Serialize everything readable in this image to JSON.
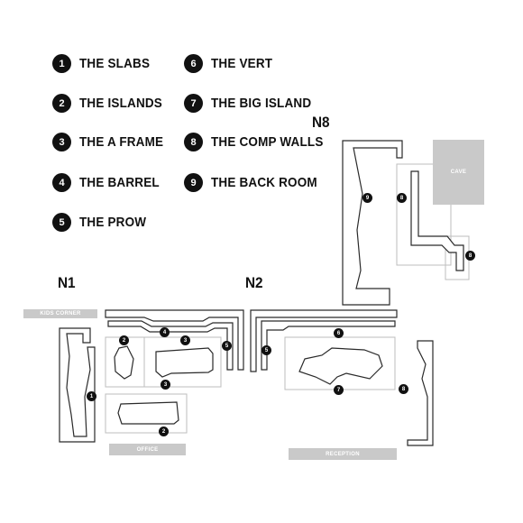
{
  "legend": [
    {
      "num": "1",
      "label": "THE SLABS"
    },
    {
      "num": "2",
      "label": "THE ISLANDS"
    },
    {
      "num": "3",
      "label": "THE A FRAME"
    },
    {
      "num": "4",
      "label": "THE BARREL"
    },
    {
      "num": "5",
      "label": "THE PROW"
    },
    {
      "num": "6",
      "label": "THE VERT"
    },
    {
      "num": "7",
      "label": "THE BIG ISLAND"
    },
    {
      "num": "8",
      "label": "THE COMP WALLS"
    },
    {
      "num": "9",
      "label": "THE BACK ROOM"
    }
  ],
  "areas": {
    "n1": "N1",
    "n2": "N2",
    "n8": "N8"
  },
  "zones": {
    "kids_corner": "KIDS CORNER",
    "office": "OFFICE",
    "reception": "RECEPTION",
    "cave": "CAVE"
  },
  "markers": {
    "m1": "1",
    "m2a": "2",
    "m2b": "2",
    "m3a": "3",
    "m3b": "3",
    "m4": "4",
    "m5a": "5",
    "m5b": "5",
    "m6": "6",
    "m7": "7",
    "m8a": "8",
    "m8b": "8",
    "m8c": "8",
    "m9": "9"
  },
  "colors": {
    "wall_stroke": "#2a2a2a",
    "floor_stroke": "#bdbdbd",
    "zone_fill": "#c9c9c9",
    "marker_fill": "#111111"
  }
}
